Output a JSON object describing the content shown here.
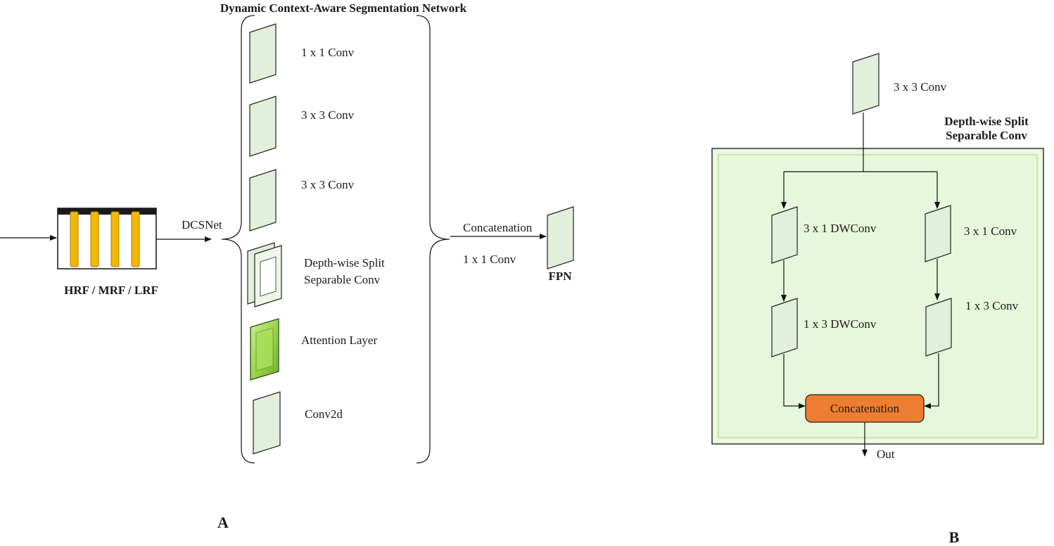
{
  "panel_a": {
    "title": "Dynamic Context-Aware Segmentation Network",
    "input_label": "HRF / MRF / LRF",
    "arrow_label": "DCSNet",
    "layers": [
      {
        "label": "1 x 1 Conv"
      },
      {
        "label": "3 x 3 Conv"
      },
      {
        "label": "3 x 3 Conv"
      },
      {
        "label": "Depth-wise Split",
        "label2": "Separable Conv"
      },
      {
        "label": "Attention Layer"
      },
      {
        "label": "Conv2d"
      }
    ],
    "out_label_top": "Concatenation",
    "out_label_bottom": "1 x 1 Conv",
    "output_label": "FPN",
    "panel_letter": "A"
  },
  "panel_b": {
    "top_block": "3 x 3 Conv",
    "box_title_line1": "Depth-wise Split",
    "box_title_line2": "Separable Conv",
    "left_top": "3 x 1 DWConv",
    "left_bottom": "1 x 3 DWConv",
    "right_top": "3 x 1 Conv",
    "right_bottom": "1 x 3 Conv",
    "concat": "Concatenation",
    "out": "Out",
    "panel_letter": "B"
  },
  "colors": {
    "block_fill": "#e2efdb",
    "attention_fill": "#9bd44e",
    "bar_fill": "#f5b800",
    "box_bg": "#e7f7db",
    "concat_fill": "#ed7d31"
  }
}
